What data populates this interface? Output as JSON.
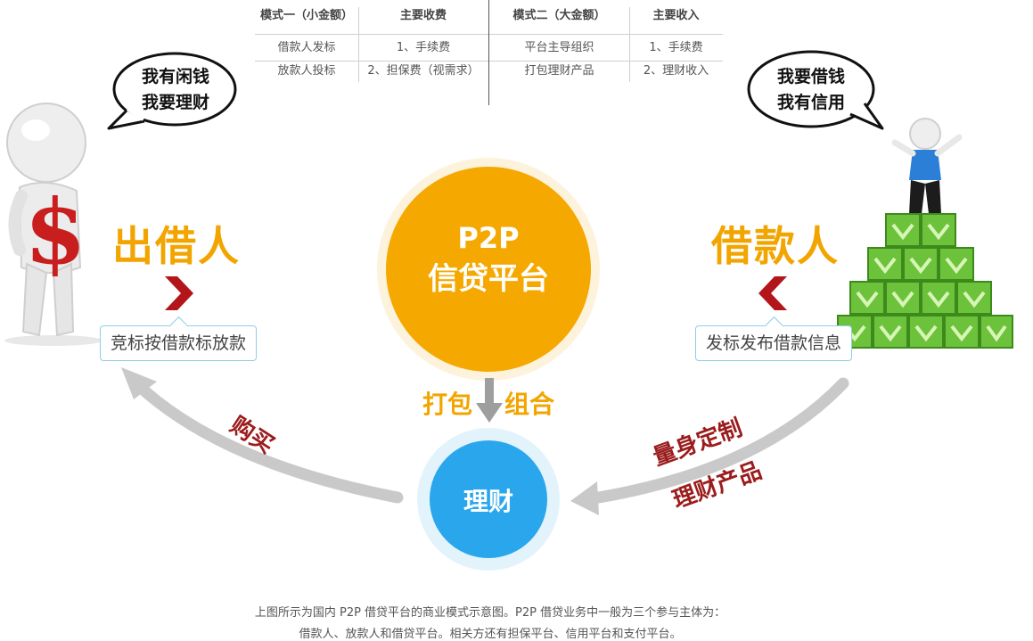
{
  "table": {
    "left_headers": [
      "模式一（小金额）",
      "主要收费"
    ],
    "left_rows": [
      [
        "借款人发标",
        "1、手续费"
      ],
      [
        "放款人投标",
        "2、担保费（视需求）"
      ]
    ],
    "right_headers": [
      "模式二（大金额）",
      "主要收入"
    ],
    "right_rows": [
      [
        "平台主导组织",
        "1、手续费"
      ],
      [
        "打包理财产品",
        "2、理财收入"
      ]
    ]
  },
  "lender": {
    "bubble_line1": "我有闲钱",
    "bubble_line2": "我要理财",
    "title": "出借人",
    "tag": "竞标按借款标放款"
  },
  "borrower": {
    "bubble_line1": "我要借钱",
    "bubble_line2": "我有信用",
    "title": "借款人",
    "tag": "发标发布借款信息"
  },
  "platform": {
    "line1": "P2P",
    "line2": "信贷平台"
  },
  "pack": {
    "left": "打包",
    "right": "组合"
  },
  "finance": {
    "label": "理财"
  },
  "arrows": {
    "buy": "购买",
    "custom_line1": "量身定制",
    "custom_line2": "理财产品"
  },
  "caption": {
    "line1": "上图所示为国内 P2P 借贷平台的商业模式示意图。P2P 借贷业务中一般为三个参与主体为：",
    "line2": "借款人、放款人和借贷平台。相关方还有担保平台、信用平台和支付平台。"
  },
  "colors": {
    "accent_orange": "#f2a500",
    "blue_circle": "#2aa7ec",
    "arrow_gray": "#c9c9c9",
    "dark_red": "#9b1c1c",
    "cube_green": "#6cc23a",
    "dollar_red": "#c81e1e"
  },
  "icons": {
    "lender_figure": "white-figure-holding-dollar-icon",
    "borrower_figure": "white-figure-on-green-cubes-icon",
    "down_arrow": "down-arrow-icon",
    "chevron_right": "chevron-right-icon",
    "chevron_left": "chevron-left-icon"
  }
}
